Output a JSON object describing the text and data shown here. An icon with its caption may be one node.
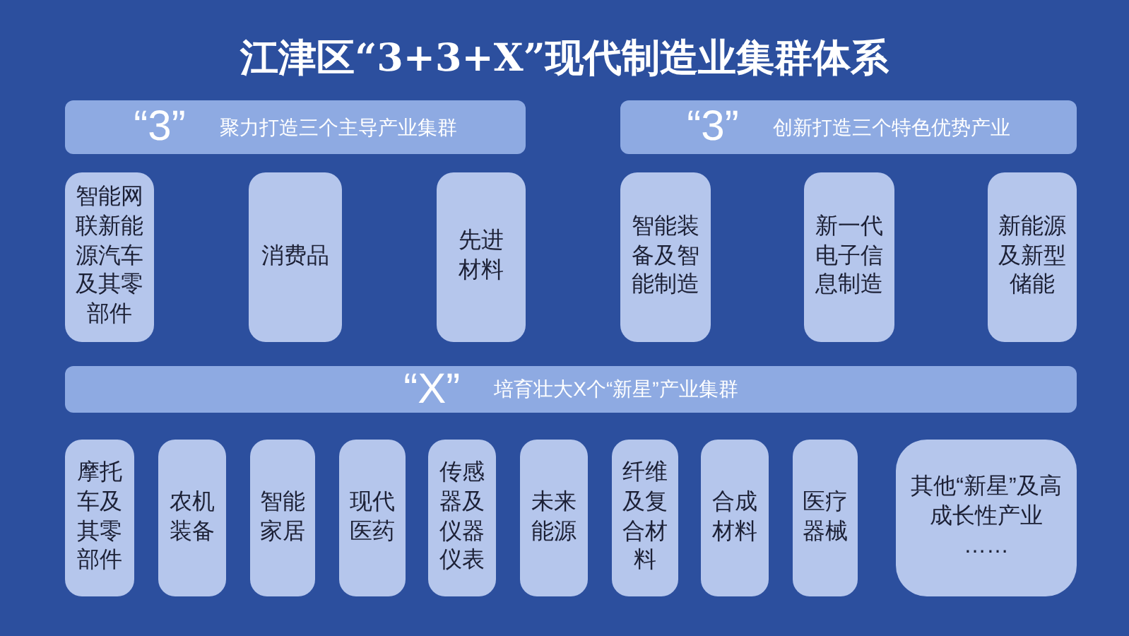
{
  "diagram": {
    "title": "江津区“3+3+X”现代制造业集群体系",
    "nodes": [
      {
        "text": [
          "“3”",
          "聚力打造三个主导产业集群"
        ]
      },
      {
        "text": [
          "“3”",
          "创新打造三个特色优势产业"
        ]
      },
      {
        "text": [
          "智能网联新能源汽车及其零部件"
        ]
      },
      {
        "text": [
          "消费品"
        ]
      },
      {
        "text": [
          "先进材料"
        ]
      },
      {
        "text": [
          "智能装备及智能制造"
        ]
      },
      {
        "text": [
          "新一代电子信息制造"
        ]
      },
      {
        "text": [
          "新能源及新型储能"
        ]
      },
      {
        "text": [
          "“X”",
          "培育壮大X个“新星”产业集群"
        ]
      },
      {
        "text": [
          "摩托车及其零部件"
        ]
      },
      {
        "text": [
          "农机装备"
        ]
      },
      {
        "text": [
          "智能家居"
        ]
      },
      {
        "text": [
          "现代医药"
        ]
      },
      {
        "text": [
          "传感器及仪器仪表"
        ]
      },
      {
        "text": [
          "未来能源"
        ]
      },
      {
        "text": [
          "纤维及复合材料"
        ]
      },
      {
        "text": [
          "合成材料"
        ]
      },
      {
        "text": [
          "医疗器械"
        ]
      },
      {
        "text": [
          "其他“新星”及高成长性产业",
          "……"
        ]
      }
    ]
  }
}
